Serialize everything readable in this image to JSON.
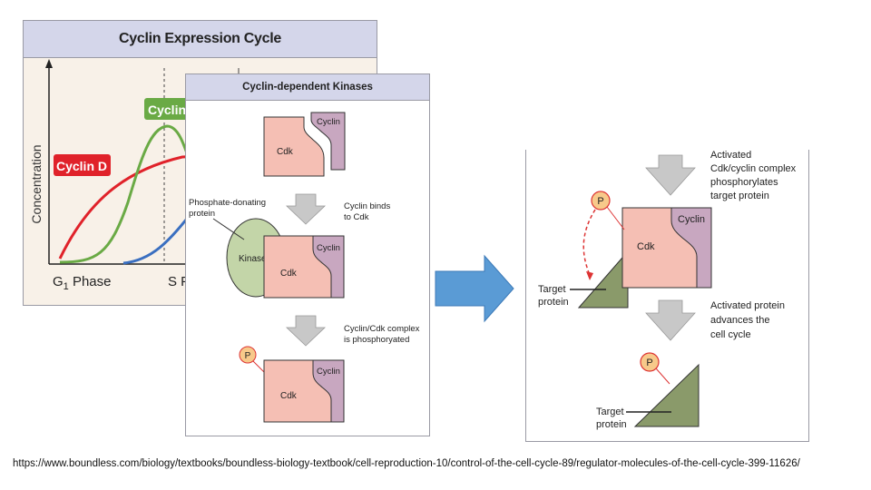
{
  "cyclin_panel": {
    "title": "Cyclin Expression Cycle",
    "y_axis_label": "Concentration",
    "cyclin_d_label": "Cyclin D",
    "cyclin_e_label": "Cyclin",
    "x_labels": {
      "g1_main": "G",
      "g1_sub": "1",
      "g1_rest": " Phase",
      "s_partial": "S P"
    },
    "colors": {
      "cyclin_d": "#e0222a",
      "cyclin_e": "#6aaa45",
      "cyclin_a": "#3a6fc0"
    }
  },
  "cdk_panel": {
    "title": "Cyclin-dependent Kinases",
    "cyclin_label": "Cyclin",
    "cdk_label": "Cdk",
    "kinase_label": "Kinase",
    "phosphate_donating_label_line1": "Phosphate-donating",
    "phosphate_donating_label_line2": "protein",
    "step1_label_line1": "Cyclin binds",
    "step1_label_line2": "to Cdk",
    "step2_label_line1": "Cyclin/Cdk complex",
    "step2_label_line2": "is phosphoryated",
    "phosphate_label": "P"
  },
  "target_panel": {
    "activated_label_lines": [
      "Activated",
      "Cdk/cyclin complex",
      "phosphorylates",
      "target protein"
    ],
    "cyclin_label": "Cyclin",
    "cdk_label": "Cdk",
    "phosphate_label": "P",
    "target_label_line1": "Target",
    "target_label_line2": "protein",
    "advances_label_lines": [
      "Activated protein",
      "advances the",
      "cell cycle"
    ]
  },
  "source_url": "https://www.boundless.com/biology/textbooks/boundless-biology-textbook/cell-reproduction-10/control-of-the-cell-cycle-89/regulator-molecules-of-the-cell-cycle-399-11626/",
  "colors": {
    "cdk_fill": "#f5bfb4",
    "cyclin_fill": "#c8a7c0",
    "kinase_fill": "#c3d5a8",
    "target_fill": "#8a9a6a",
    "arrow_gray": "#c8c8c8",
    "big_arrow_blue": "#5a9bd5",
    "phosphate_fill": "#f7c98a"
  }
}
